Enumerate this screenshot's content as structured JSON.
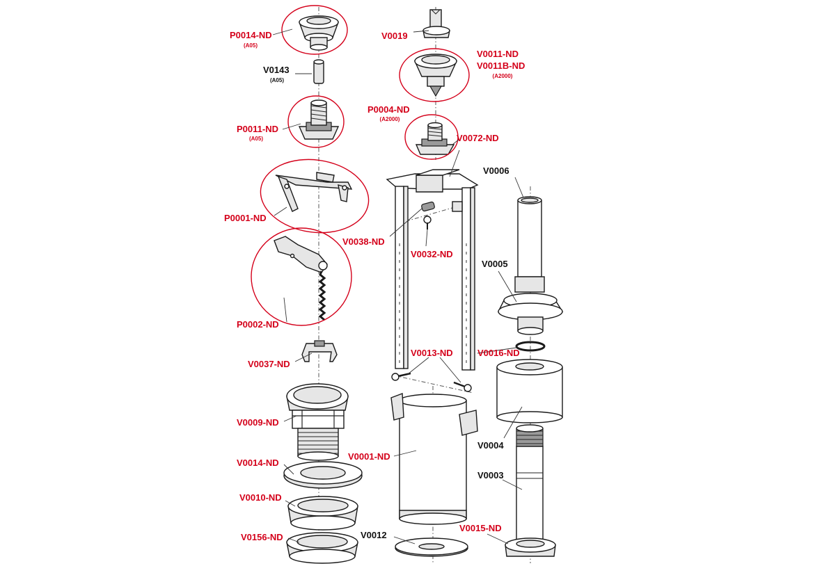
{
  "colors": {
    "highlight": "#d4001a",
    "label_black": "#111111"
  },
  "labels": {
    "P0014": "P0014-ND",
    "P0014_sub": "(A05)",
    "V0143": "V0143",
    "V0143_sub": "(A05)",
    "P0011": "P0011-ND",
    "P0011_sub": "(A05)",
    "P0001": "P0001-ND",
    "P0002": "P0002-ND",
    "V0037": "V0037-ND",
    "V0009": "V0009-ND",
    "V0014": "V0014-ND",
    "V0010": "V0010-ND",
    "V0156": "V0156-ND",
    "V0019": "V0019",
    "V0011": "V0011-ND",
    "V0011B": "V0011B-ND",
    "V0011_sub": "(A2000)",
    "P0004": "P0004-ND",
    "P0004_sub": "(A2000)",
    "V0072": "V0072-ND",
    "V0038": "V0038-ND",
    "V0032": "V0032-ND",
    "V0013": "V0013-ND",
    "V0016": "V0016-ND",
    "V0001": "V0001-ND",
    "V0012": "V0012",
    "V0006": "V0006",
    "V0005": "V0005",
    "V0004": "V0004",
    "V0003": "V0003",
    "V0015": "V0015-ND"
  }
}
